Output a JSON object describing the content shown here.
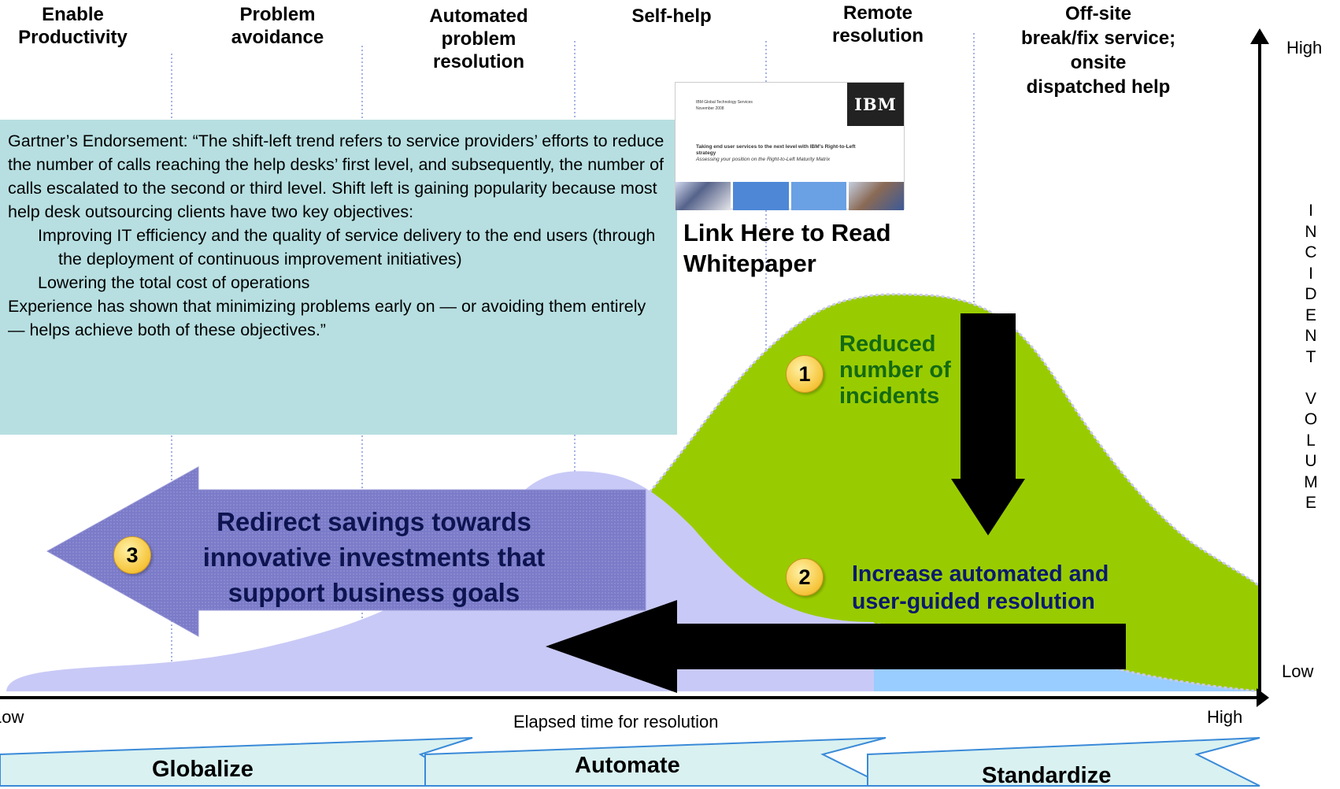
{
  "columns": [
    {
      "label": "Enable\nProductivity"
    },
    {
      "label": "Problem\navoidance"
    },
    {
      "label": "Automated\nproblem\nresolution"
    },
    {
      "label": "Self-help"
    },
    {
      "label": "Remote\nresolution"
    },
    {
      "label": "Off-site\nbreak/fix service;\nonsite\ndispatched help"
    }
  ],
  "y_axis": {
    "high_label": "High",
    "low_label": "Low",
    "title": "I\nN\nC\nI\nD\nE\nN\nT\n\nV\nO\nL\nU\nM\nE"
  },
  "x_axis": {
    "low_label": "Low",
    "high_label": "High",
    "title": "Elapsed time for resolution"
  },
  "quote": {
    "intro": "Gartner’s Endorsement: “The shift-left trend refers to service providers’ efforts to reduce the number of calls reaching the help desks’ first level, and subsequently, the number of calls escalated to the second or third level. Shift left is gaining popularity because most help desk outsourcing clients have two key objectives:",
    "point1": "Improving IT efficiency and the quality of service delivery to the end users (through the deployment of continuous improvement initiatives)",
    "point2": "Lowering the total cost of operations",
    "closing": "Experience has shown that minimizing problems early on — or avoiding them entirely — helps achieve both of these objectives.”"
  },
  "whitepaper": {
    "org": "IBM Global Technology Services",
    "date": "November 2008",
    "title": "Taking end user services to the next level with IBM's Right-to-Left strategy",
    "subtitle": "Assessing your position on the Right-to-Left Maturity Matrix",
    "logo": "IBM",
    "link_text": "Link Here to Read\nWhitepaper"
  },
  "callouts": [
    {
      "number": "1",
      "text": "Reduced\nnumber of\nincidents"
    },
    {
      "number": "2",
      "text": "Increase automated and\nuser-guided resolution"
    },
    {
      "number": "3",
      "text": "Redirect savings towards\ninnovative investments that\nsupport business goals"
    }
  ],
  "chevrons": [
    {
      "label": "Globalize"
    },
    {
      "label": "Automate"
    },
    {
      "label": "Standardize"
    }
  ],
  "colors": {
    "green_area": "#99cc00",
    "lavender_area": "#c9c9f7",
    "blue_area": "#99ccff",
    "quote_box": "#b7dfe1",
    "redirect_arrow": "#7b7bc9",
    "chevron_fill": "#d9f1f1",
    "chevron_stroke": "#3a8ad8"
  }
}
